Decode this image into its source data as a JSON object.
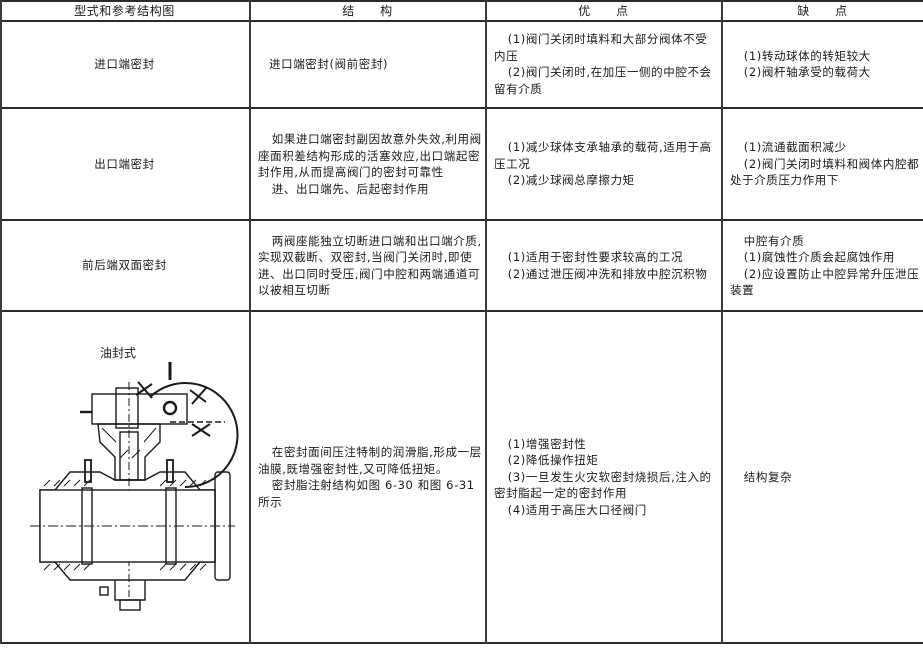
{
  "table": {
    "headers": [
      "型式和参考结构图",
      "结　　构",
      "优　　点",
      "缺　　点"
    ],
    "rows": [
      {
        "type": "进口端密封",
        "structure": [
          "进口端密封(阀前密封)"
        ],
        "advantages": [
          "(1)阀门关闭时填料和大部分阀体不受内压",
          "(2)阀门关闭时,在加压一侧的中腔不会留有介质"
        ],
        "disadvantages": [
          "(1)转动球体的转矩较大",
          "(2)阀杆轴承受的载荷大"
        ]
      },
      {
        "type": "出口端密封",
        "structure": [
          "如果进口端密封副因故意外失效,利用阀座面积差结构形成的活塞效应,出口端起密封作用,从而提高阀门的密封可靠性",
          "进、出口端先、后起密封作用"
        ],
        "advantages": [
          "(1)减少球体支承轴承的载荷,适用于高压工况",
          "(2)减少球阀总摩擦力矩"
        ],
        "disadvantages": [
          "(1)流通截面积减少",
          "(2)阀门关闭时填料和阀体内腔都处于介质压力作用下"
        ]
      },
      {
        "type": "前后端双面密封",
        "structure": [
          "两阀座能独立切断进口端和出口端介质,实现双截断、双密封,当阀门关闭时,即使进、出口同时受压,阀门中腔和两端通道可以被相互切断"
        ],
        "advantages": [
          "(1)适用于密封性要求较高的工况",
          "(2)通过泄压阀冲洗和排放中腔沉积物"
        ],
        "disadvantages": [
          "中腔有介质",
          "(1)腐蚀性介质会起腐蚀作用",
          "(2)应设置防止中腔异常升压泄压装置"
        ]
      },
      {
        "type": "油封式",
        "figure": "oil-seal-ball-valve-cross-section",
        "structure": [
          "在密封面间压注特制的润滑脂,形成一层油膜,既增强密封性,又可降低扭矩。",
          "密封脂注射结构如图 6-30 和图 6-31 所示"
        ],
        "advantages": [
          "(1)增强密封性",
          "(2)降低操作扭矩",
          "(3)一旦发生火灾软密封烧损后,注入的密封脂起一定的密封作用",
          "(4)适用于高压大口径阀门"
        ],
        "disadvantages": [
          "结构复杂"
        ]
      }
    ]
  }
}
